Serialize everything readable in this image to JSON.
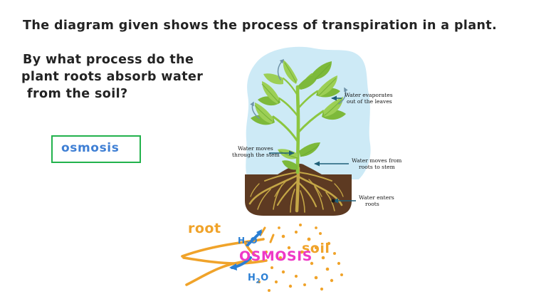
{
  "question": {
    "title": "The diagram given shows the process of transpiration in a plant.",
    "prompt_line1": "By what process do the",
    "prompt_line2": "plant roots absorb water",
    "prompt_line3": "from the soil?"
  },
  "answer": {
    "text": "osmosis",
    "border_color": "#22b24c",
    "text_color": "#3f7fd4"
  },
  "diagram": {
    "labels": {
      "evaporates_line1": "Water evaporates",
      "evaporates_line2": "out of the leaves",
      "stem_line1": "Water moves",
      "stem_line2": "through the stem",
      "roots_to_stem_line1": "Water moves from",
      "roots_to_stem_line2": "roots to stem",
      "enters_roots_line1": "Water enters",
      "enters_roots_line2": "roots"
    },
    "colors": {
      "sky": "#cdeaf6",
      "soil": "#5d3a22",
      "root": "#c4a646",
      "leaf": "#8cc63f",
      "stem": "#8cc63f",
      "arrow": "#1f5f78"
    }
  },
  "annotation": {
    "root_label": "root",
    "soil_label": "soil",
    "osmosis_label": "OSMOSIS",
    "h2o_top": "H",
    "h2o_top_sub": "2",
    "h2o_top_tail": "O",
    "h2o_bottom": "H",
    "h2o_bottom_sub": "2",
    "h2o_bottom_tail": "O",
    "colors": {
      "orange": "#f0a32a",
      "magenta": "#ee39c6",
      "blue": "#2b7fd4"
    }
  }
}
